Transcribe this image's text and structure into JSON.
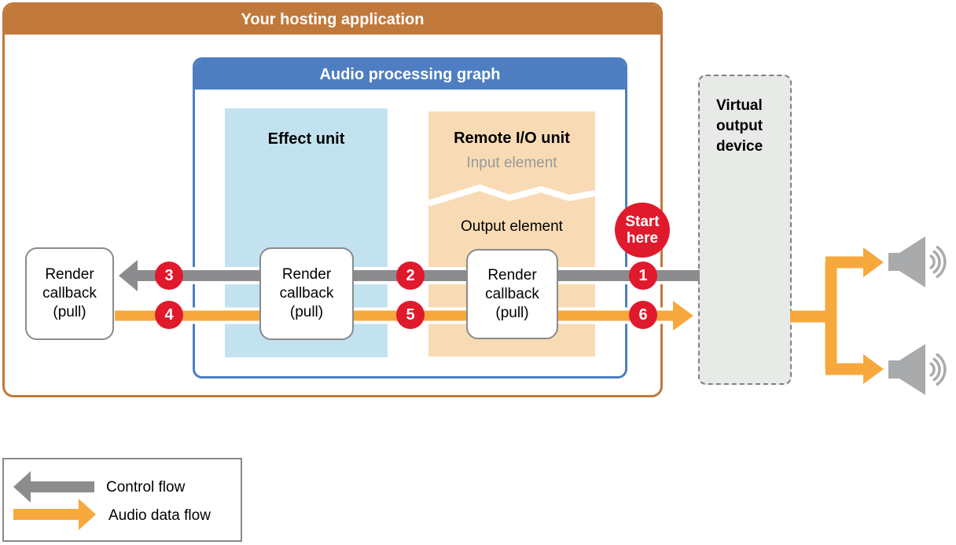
{
  "hosting": {
    "title": "Your hosting application"
  },
  "audio_graph": {
    "title": "Audio processing graph"
  },
  "effect_unit": {
    "title": "Effect unit"
  },
  "remote_io": {
    "title": "Remote I/O unit",
    "input_label": "Input element",
    "output_label": "Output element"
  },
  "render_callback": {
    "line1": "Render",
    "line2": "callback",
    "line3": "(pull)"
  },
  "markers": [
    "1",
    "2",
    "3",
    "4",
    "5",
    "6"
  ],
  "start_here": {
    "line1": "Start",
    "line2": "here"
  },
  "virtual_device": {
    "line1": "Virtual",
    "line2": "output",
    "line3": "device"
  },
  "legend": {
    "control_label": "Control flow",
    "audio_label": "Audio data flow"
  },
  "icons": {
    "speaker": "speaker-icon",
    "sound_waves": "sound-waves-icon",
    "control_arrow": "left-arrow-icon",
    "audio_arrow": "right-arrow-icon"
  },
  "colors": {
    "hosting_orange": "#C1793B",
    "graph_blue": "#4E7EC1",
    "effect_fill": "#C3E2F0",
    "remote_fill": "#F8DBB5",
    "control_flow_gray": "#8C8C8E",
    "audio_flow_orange": "#F7A83C",
    "marker_red": "#E0192C",
    "virtual_fill": "#E8EAE8",
    "speaker_gray": "#A8AAAC"
  }
}
